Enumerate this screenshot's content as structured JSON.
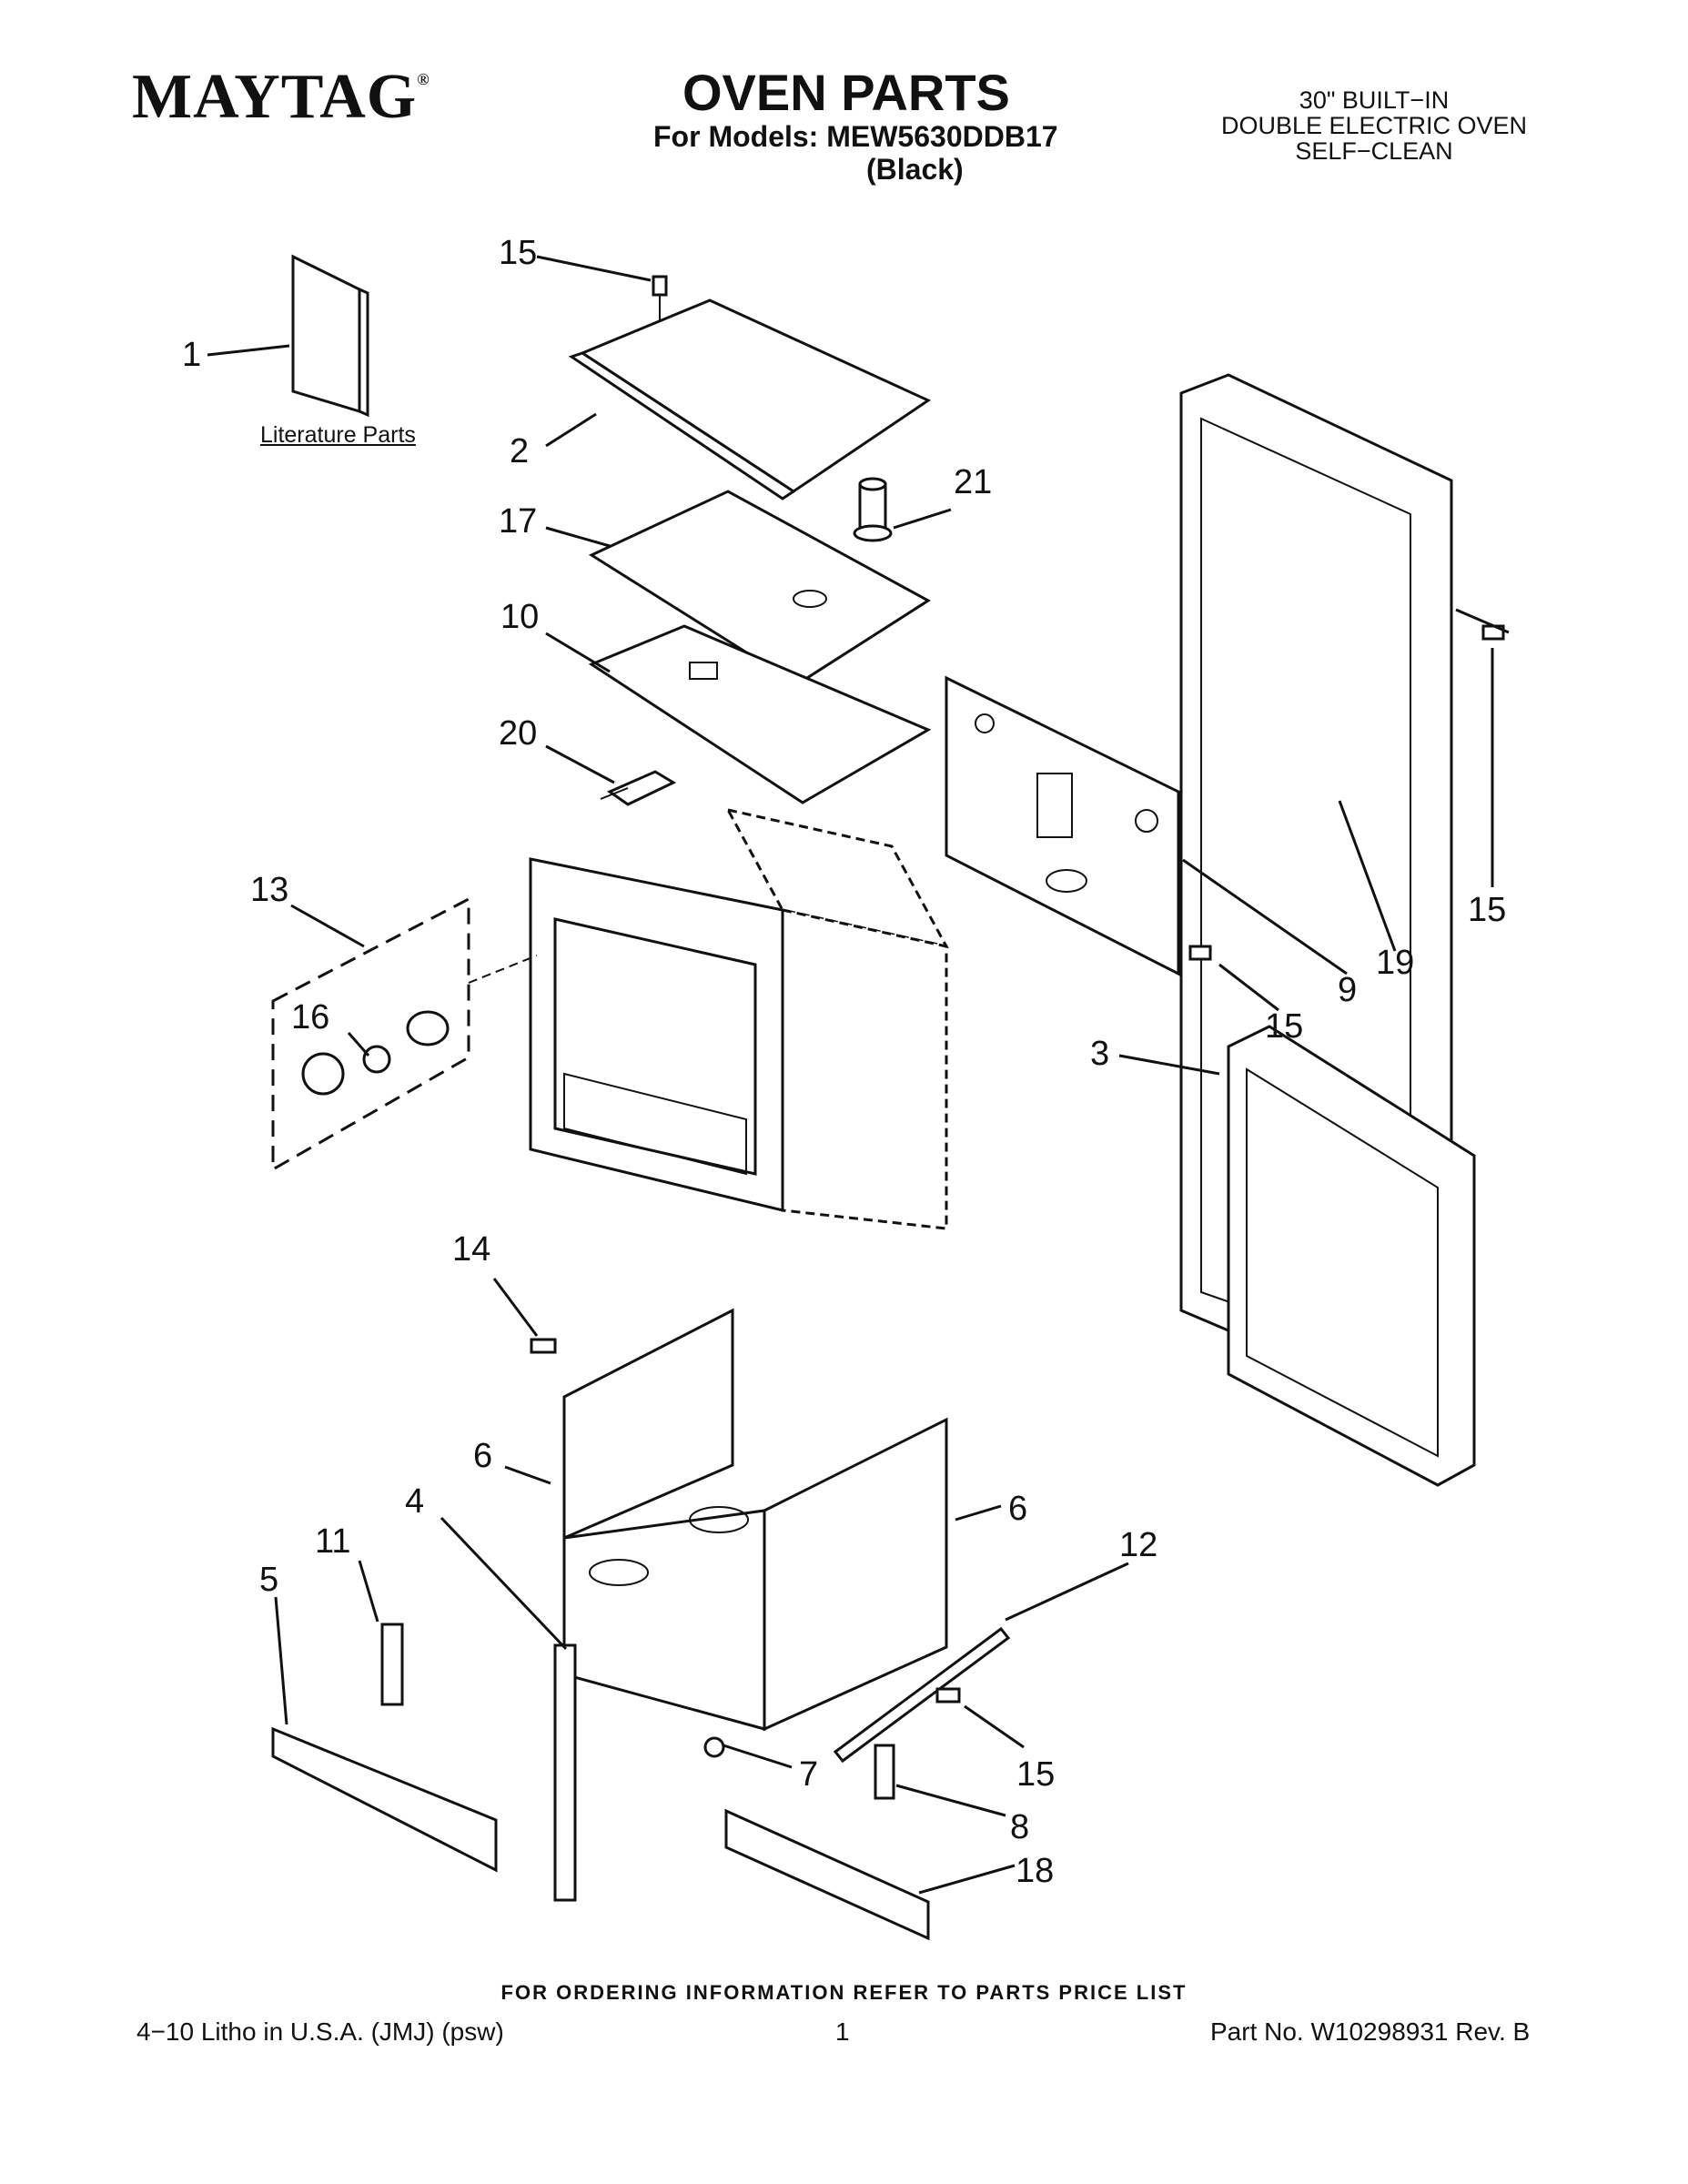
{
  "header": {
    "brand": "MAYTAG",
    "brand_mark": "®",
    "title": "OVEN PARTS",
    "models_line": "For Models: MEW5630DDB17",
    "color_line": "(Black)",
    "description": [
      "30\" BUILT−IN",
      "DOUBLE ELECTRIC OVEN",
      "SELF−CLEAN"
    ]
  },
  "literature_label": "Literature Parts",
  "callouts": [
    {
      "id": "c1",
      "text": "1"
    },
    {
      "id": "c2",
      "text": "2"
    },
    {
      "id": "c3",
      "text": "3"
    },
    {
      "id": "c4",
      "text": "4"
    },
    {
      "id": "c5",
      "text": "5"
    },
    {
      "id": "c6a",
      "text": "6"
    },
    {
      "id": "c6b",
      "text": "6"
    },
    {
      "id": "c7",
      "text": "7"
    },
    {
      "id": "c8",
      "text": "8"
    },
    {
      "id": "c9",
      "text": "9"
    },
    {
      "id": "c10",
      "text": "10"
    },
    {
      "id": "c11",
      "text": "11"
    },
    {
      "id": "c12",
      "text": "12"
    },
    {
      "id": "c13",
      "text": "13"
    },
    {
      "id": "c14",
      "text": "14"
    },
    {
      "id": "c15a",
      "text": "15"
    },
    {
      "id": "c15b",
      "text": "15"
    },
    {
      "id": "c15c",
      "text": "15"
    },
    {
      "id": "c15d",
      "text": "15"
    },
    {
      "id": "c16",
      "text": "16"
    },
    {
      "id": "c17",
      "text": "17"
    },
    {
      "id": "c18",
      "text": "18"
    },
    {
      "id": "c19",
      "text": "19"
    },
    {
      "id": "c20",
      "text": "20"
    },
    {
      "id": "c21",
      "text": "21"
    }
  ],
  "footer": {
    "ordering_note": "FOR ORDERING INFORMATION REFER TO PARTS PRICE LIST",
    "litho": "4−10 Litho in U.S.A. (JMJ) (psw)",
    "page_number": "1",
    "part_number": "Part No. W10298931 Rev. B"
  }
}
